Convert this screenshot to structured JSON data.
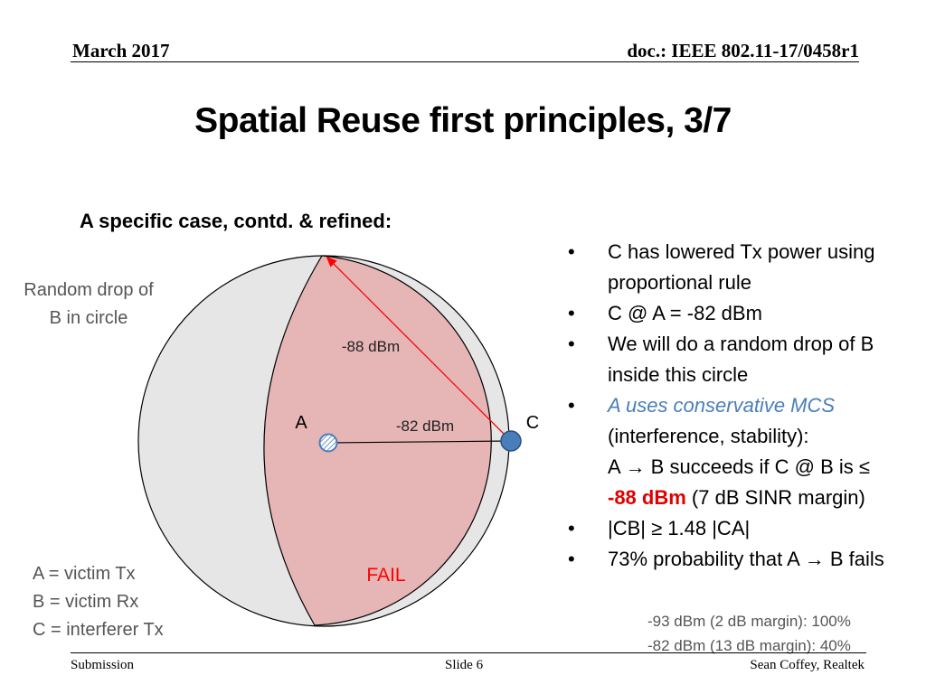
{
  "header": {
    "date": "March 2017",
    "doc": "doc.: IEEE 802.11-17/0458r1"
  },
  "title": "Spatial Reuse first principles, 3/7",
  "subtitle": "A specific case, contd. & refined:",
  "diagram": {
    "drop_label": "Random drop of B in circle",
    "label_a": "A",
    "label_c": "C",
    "label_88": "-88 dBm",
    "label_82": "-82 dBm",
    "fail": "FAIL",
    "colors": {
      "fail_region": "#e6b5b6",
      "safe_region": "#e6e6e6",
      "arrow": "#ff0000",
      "node_c": "#4a7ebb"
    }
  },
  "legend": [
    "A = victim Tx",
    "B = victim Rx",
    "C = interferer Tx"
  ],
  "bullets": {
    "b1": "C has lowered Tx power using proportional rule",
    "b2": "C @ A = -82 dBm",
    "b3": "We will do a random drop of B inside this circle",
    "b4_highlight": "A uses conservative MCS",
    "b4_rest": " (interference, stability):",
    "b4_line2": "A → B succeeds if C @ B is ≤",
    "b4_red": "-88 dBm",
    "b4_tail": " (7 dB SINR margin)",
    "b5": "|CB| ≥ 1.48 |CA|",
    "b6": "73% probability that A → B fails"
  },
  "margins": [
    "-93 dBm (2 dB margin): 100%",
    "-82 dBm (13 dB margin): 40%"
  ],
  "footer": {
    "left": "Submission",
    "center": "Slide 6",
    "right": "Sean Coffey, Realtek"
  }
}
